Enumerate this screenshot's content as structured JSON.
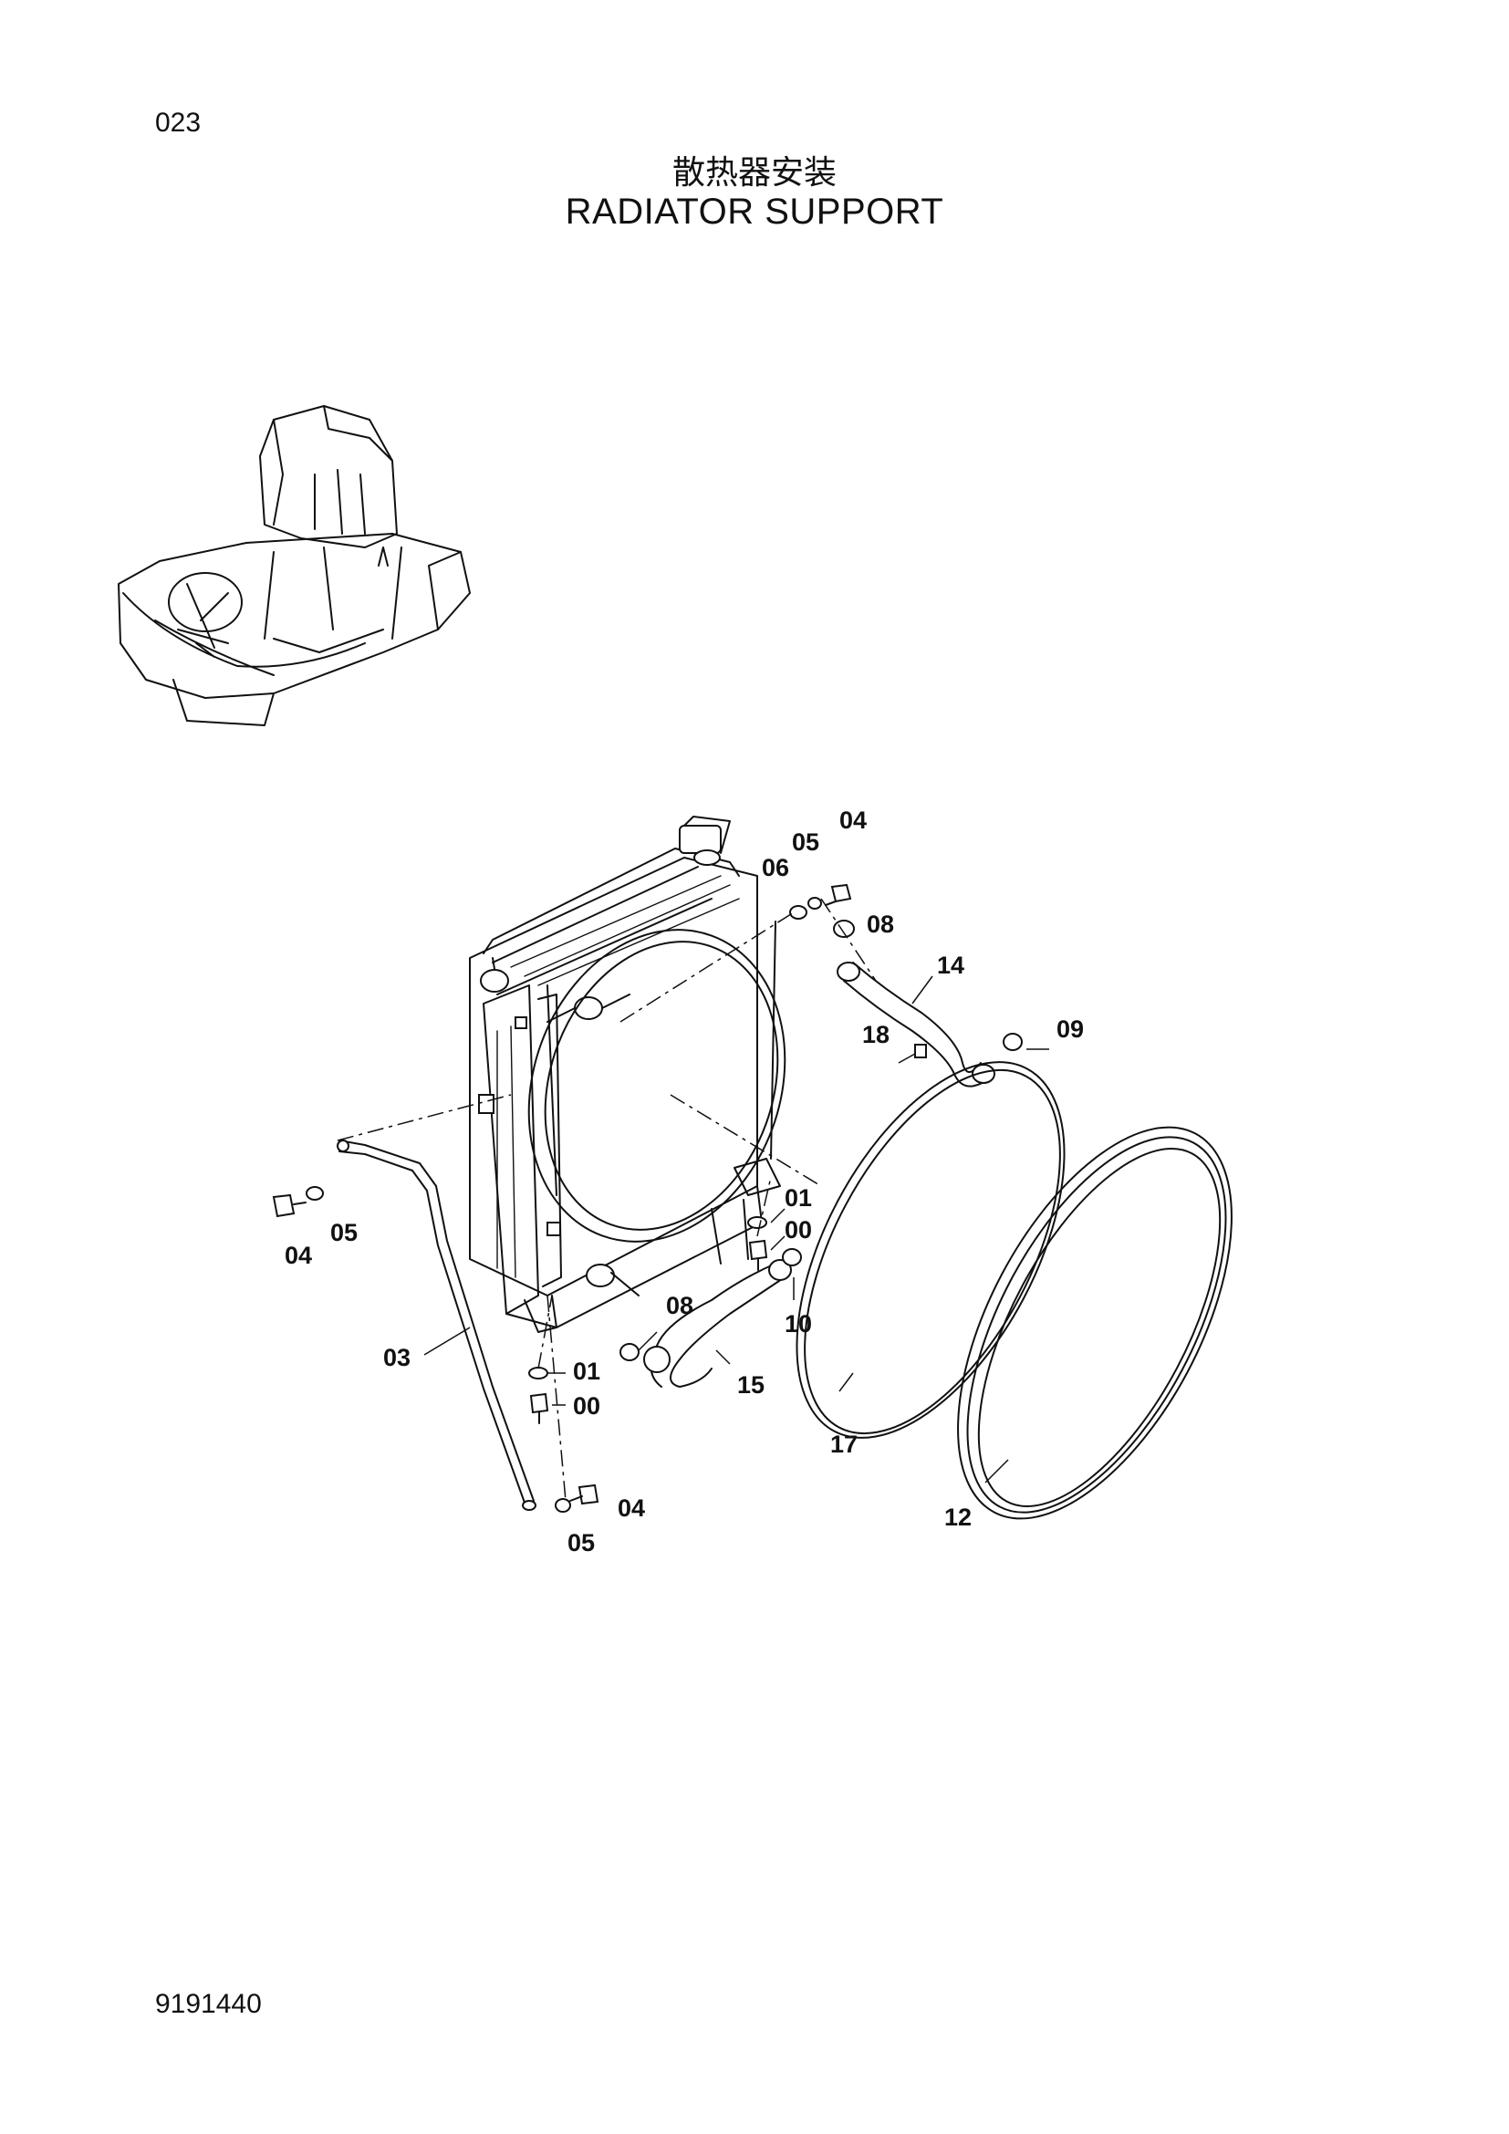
{
  "header": {
    "page_number": "023",
    "title_cn": "散热器安装",
    "title_en": "RADIATOR SUPPORT"
  },
  "footer": {
    "document_code": "9191440"
  },
  "callouts": {
    "c01a": "01",
    "c00a": "00",
    "c01b": "01",
    "c00b": "00",
    "c03": "03",
    "c04a": "04",
    "c05a": "05",
    "c04b": "04",
    "c05b": "05",
    "c04c": "04",
    "c05c": "05",
    "c06": "06",
    "c08a": "08",
    "c08b": "08",
    "c09": "09",
    "c10": "10",
    "c12": "12",
    "c14": "14",
    "c15": "15",
    "c17": "17",
    "c18": "18"
  }
}
